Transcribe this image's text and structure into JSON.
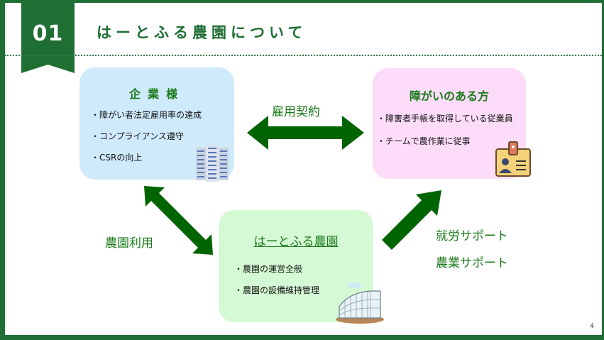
{
  "section": {
    "number": "01",
    "title": "はーとふる農園について"
  },
  "company": {
    "title": "企業様",
    "items": [
      "・障がい者法定雇用率の達成",
      "・コンプライアンス遵守",
      "・CSRの向上"
    ]
  },
  "person": {
    "title": "障がいのある方",
    "items": [
      "・障害者手帳を取得している従業員",
      "・チームで農作業に従事"
    ]
  },
  "farm": {
    "title": "はーとふる農園",
    "items": [
      "・農園の運営全般",
      "・農園の設備維持管理"
    ]
  },
  "relations": {
    "employment": "雇用契約",
    "farm_use": "農園利用",
    "support": [
      "就労サポート",
      "農業サポート"
    ]
  },
  "colors": {
    "frame": "#1f6e34",
    "arrow": "#006400",
    "text_green": "#1a7a1a"
  },
  "page_number": "4"
}
